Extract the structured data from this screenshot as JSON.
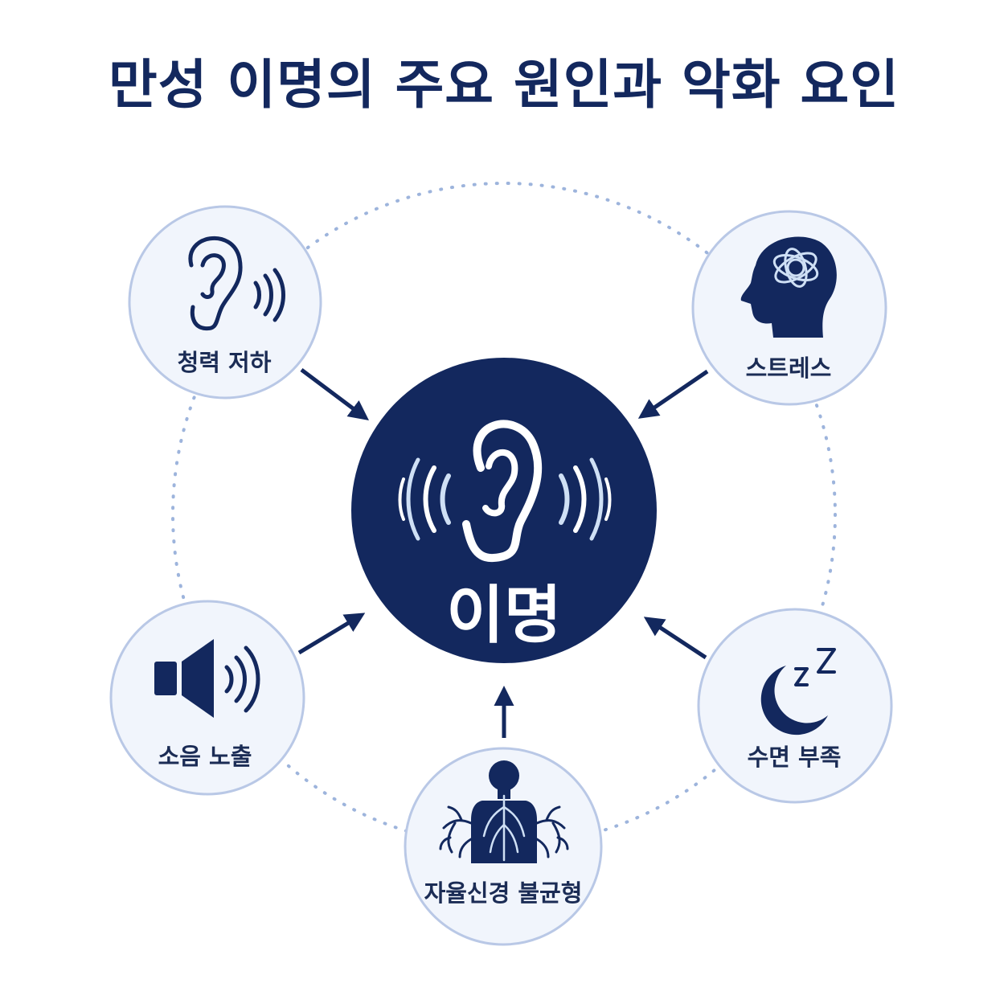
{
  "title": "만성 이명의 주요 원인과 악화 요인",
  "center": {
    "label": "이명",
    "icon": "ear-with-sound-waves-icon"
  },
  "factors": [
    {
      "label": "청력 저하",
      "icon": "ear-hearing-icon"
    },
    {
      "label": "스트레스",
      "icon": "head-tangled-brain-icon"
    },
    {
      "label": "소음 노출",
      "icon": "speaker-sound-icon"
    },
    {
      "label": "수면 부족",
      "icon": "crescent-moon-zz-icon"
    },
    {
      "label": "자율신경 불균형",
      "icon": "torso-nerves-icon"
    }
  ],
  "colors": {
    "navy": "#13285e",
    "circle_fill": "#f1f5fc",
    "circle_border": "#b9c8e6",
    "dotted_ring": "#9db4dc",
    "accent_light": "#cfe0f5"
  }
}
